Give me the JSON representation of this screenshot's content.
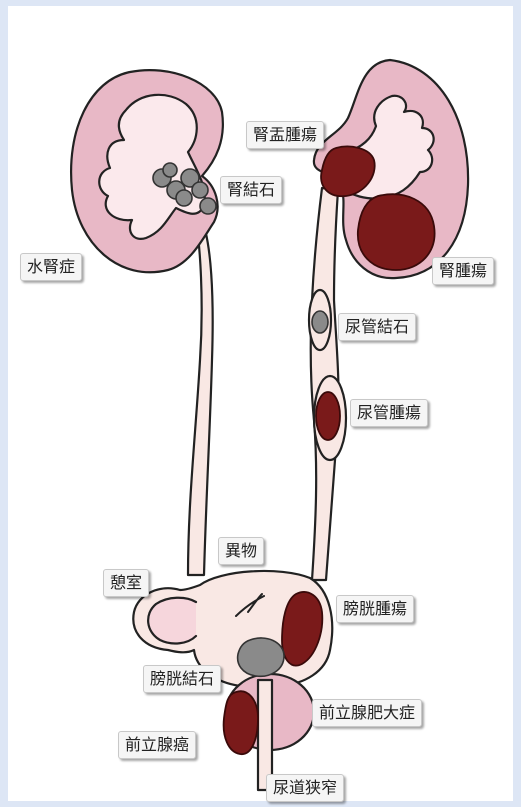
{
  "colors": {
    "frame": "#dde6f5",
    "kidney_fill": "#e8b8c6",
    "pelvis_fill": "#fbe9ec",
    "tube_fill": "#f9e8e4",
    "tumor": "#7a1a1a",
    "stone": "#8a8a8a",
    "label_bg": "#f5f5f5"
  },
  "labels": {
    "renal_pelvis_tumor": "腎盂腫瘍",
    "kidney_stone": "腎結石",
    "hydronephrosis": "水腎症",
    "kidney_tumor": "腎腫瘍",
    "ureteral_stone": "尿管結石",
    "ureteral_tumor": "尿管腫瘍",
    "foreign_body": "異物",
    "diverticulum": "憩室",
    "bladder_tumor": "膀胱腫瘍",
    "bladder_stone": "膀胱結石",
    "bph": "前立腺肥大症",
    "prostate_cancer": "前立腺癌",
    "urethral_stricture": "尿道狭窄"
  }
}
